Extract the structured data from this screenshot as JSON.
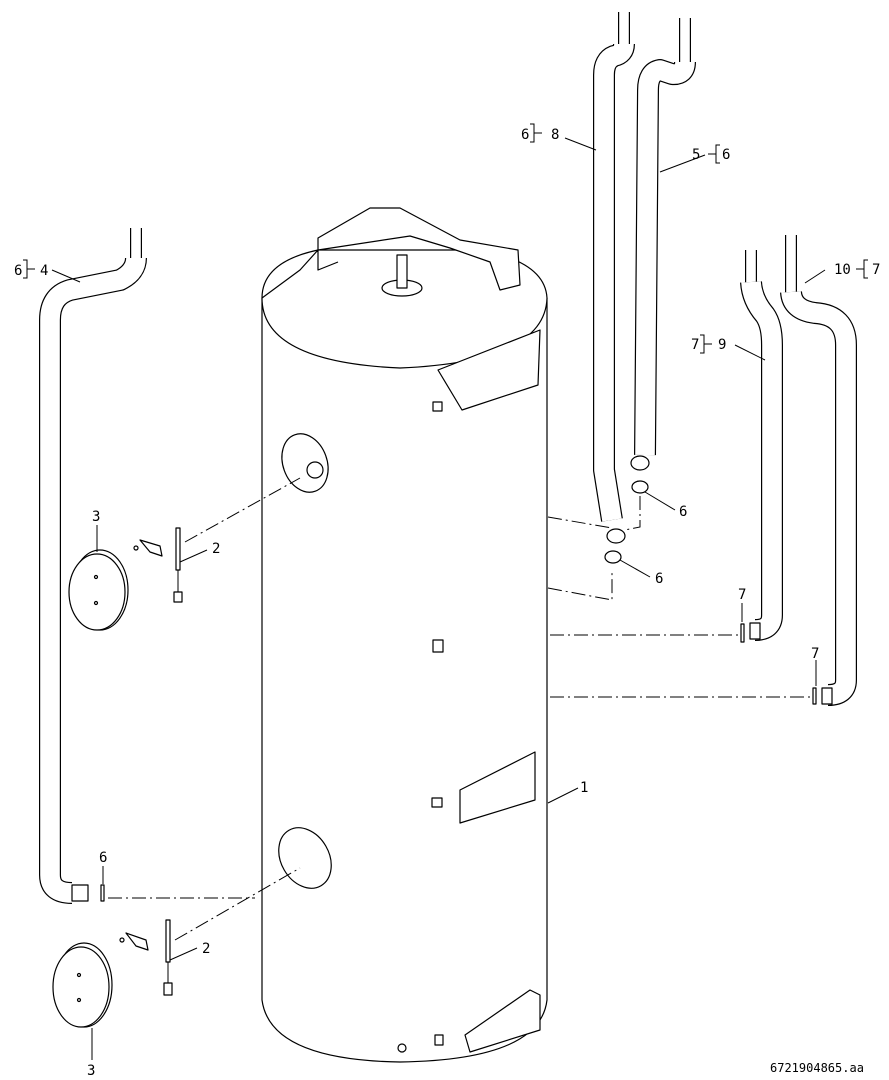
{
  "diagram": {
    "title": "Exploded view of storage tank with insulated pipe connections",
    "labels": {
      "tank": "1",
      "sensor_top": "2",
      "sensor_bottom": "2",
      "cover_top": "3",
      "cover_bottom": "3",
      "pipe4": "4",
      "pipe4_ref": "6",
      "pipe8": "8",
      "pipe8_ref": "6",
      "pipe5": "5",
      "pipe5_ref": "6",
      "pipe10": "10",
      "pipe10_ref": "7",
      "pipe9": "9",
      "pipe9_ref": "7",
      "seal_a": "6",
      "seal_b": "6",
      "seal_c": "6",
      "gasket_a": "7",
      "gasket_b": "7"
    },
    "drawing_code": "6721904865.aa"
  }
}
